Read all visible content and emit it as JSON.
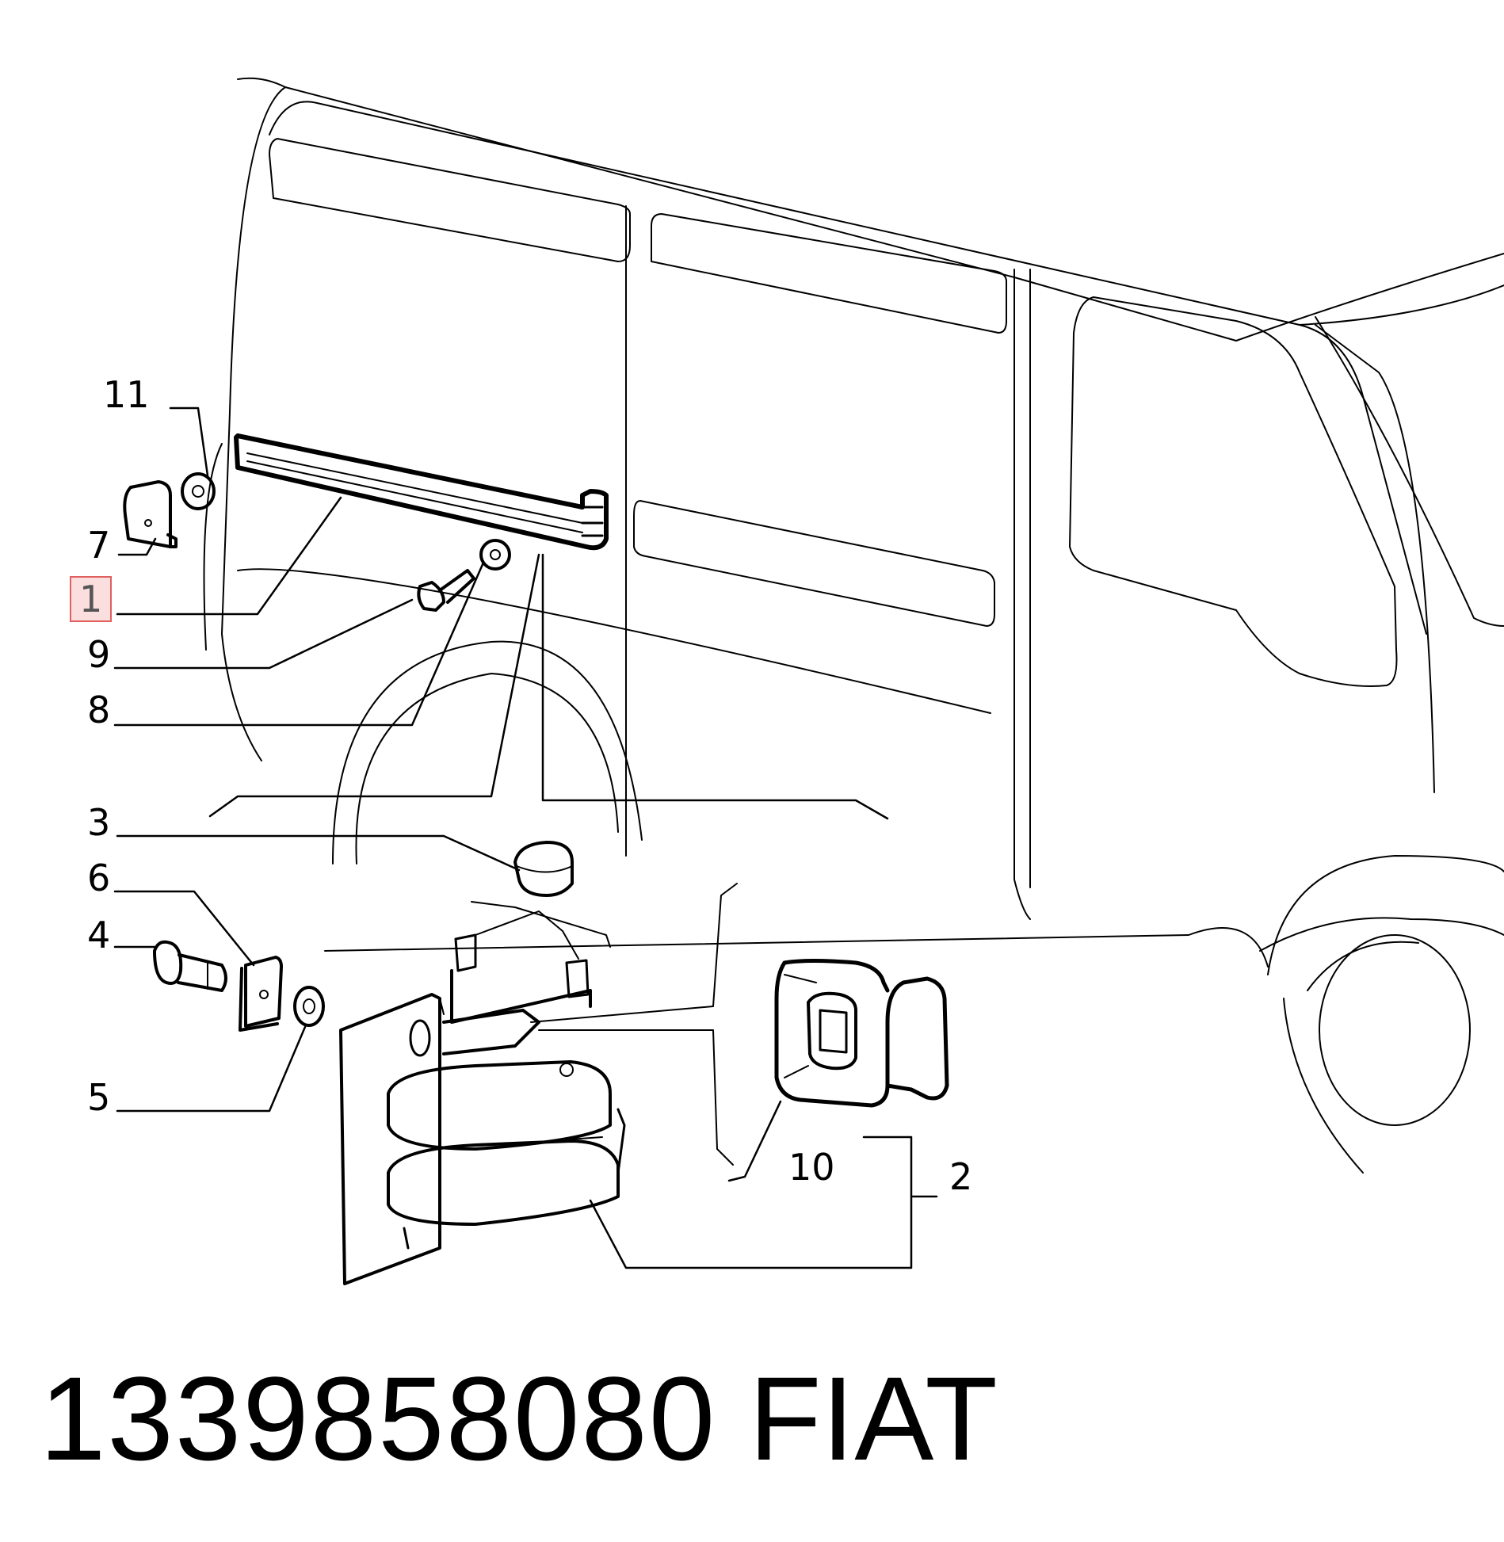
{
  "diagram": {
    "callouts": {
      "c1": "1",
      "c2": "2",
      "c3": "3",
      "c4": "4",
      "c5": "5",
      "c6": "6",
      "c7": "7",
      "c8": "8",
      "c9": "9",
      "c10": "10",
      "c11": "11"
    },
    "selected_callout": "1"
  },
  "caption": {
    "part_number": "1339858080",
    "brand": "FIAT"
  }
}
